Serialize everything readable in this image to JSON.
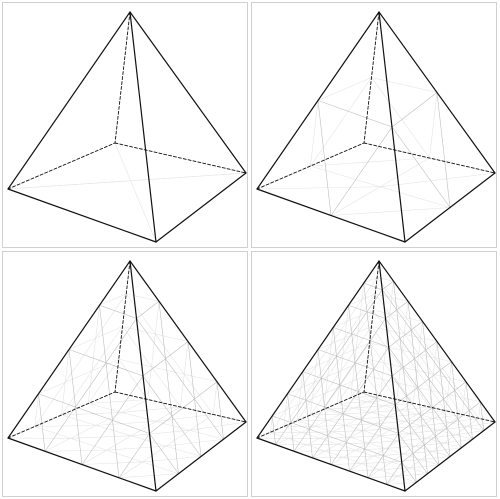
{
  "panels": [
    {
      "subdivision_level": 1
    },
    {
      "subdivision_level": 2
    },
    {
      "subdivision_level": 4
    },
    {
      "subdivision_level": 8
    }
  ],
  "colors": {
    "background": "#ffffff",
    "panel_border": "#d0d0d0",
    "visible_edge": "#111111",
    "hidden_edge": "#111111",
    "mesh_front": "#bdbdbd",
    "mesh_back": "#e4e4e4"
  }
}
